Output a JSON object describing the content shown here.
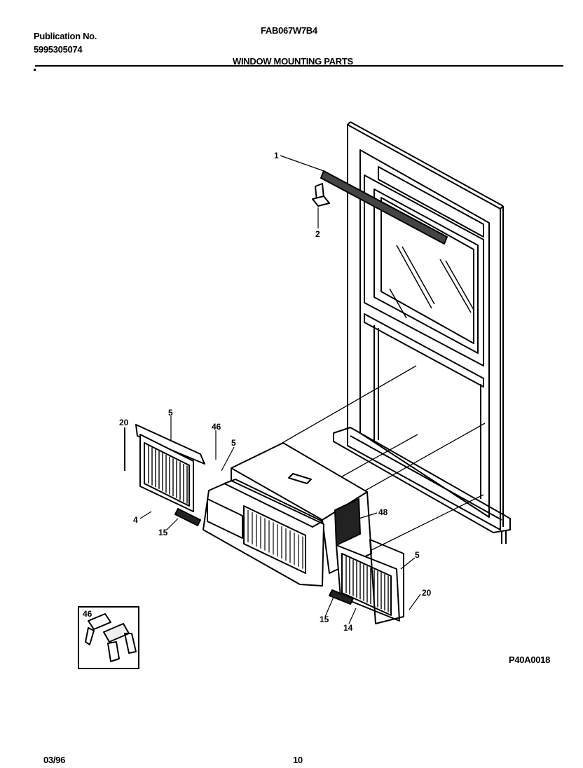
{
  "header": {
    "publication_label": "Publication No.",
    "publication_number": "5995305074",
    "model": "FAB067W7B4",
    "section_title": "WINDOW MOUNTING PARTS"
  },
  "diagram": {
    "callouts": [
      "1",
      "2",
      "20",
      "5",
      "46",
      "5",
      "4",
      "15",
      "48",
      "5",
      "20",
      "15",
      "14"
    ],
    "inset_label": "46",
    "figure_code": "P40A0018"
  },
  "footer": {
    "date": "03/96",
    "page": "10"
  }
}
